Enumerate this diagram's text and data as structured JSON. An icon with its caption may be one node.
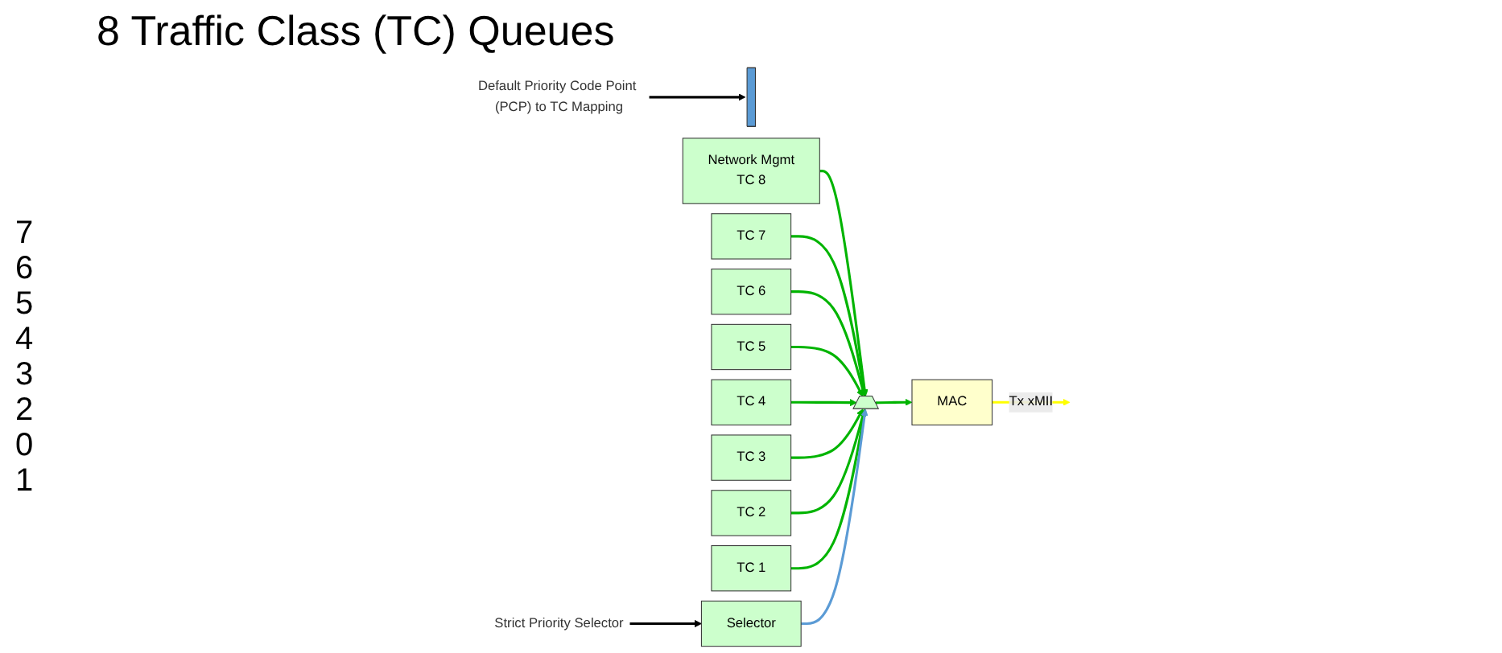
{
  "diagram": {
    "title": "8 Traffic Class (TC) Queues",
    "nodes": [
      {
        "text": [],
        "shape": "bar"
      },
      {
        "text": [
          "Network Mgmt",
          "TC 8"
        ]
      },
      {
        "text": [
          "TC 7"
        ]
      },
      {
        "text": [
          "TC 6"
        ]
      },
      {
        "text": [
          "TC 5"
        ]
      },
      {
        "text": [
          "TC 4"
        ]
      },
      {
        "text": [
          "TC 3"
        ]
      },
      {
        "text": [
          "TC 2"
        ]
      },
      {
        "text": [
          "TC 1"
        ]
      },
      {
        "text": [],
        "shape": "trapezoid"
      },
      {
        "text": [
          "MAC"
        ]
      },
      {
        "text": [
          "Selector"
        ]
      },
      {
        "text": [
          "Strict Priority Selector"
        ]
      },
      {
        "text": [
          "Default Priority Code Point (PCP) to TC Mapping"
        ]
      }
    ],
    "edges": [
      {
        "from": 1,
        "to": 9,
        "arrow": "to"
      },
      {
        "from": 2,
        "to": 9,
        "arrow": "to"
      },
      {
        "from": 3,
        "to": 9,
        "arrow": "to"
      },
      {
        "from": 4,
        "to": 9,
        "arrow": "to"
      },
      {
        "from": 5,
        "to": 9,
        "arrow": "to"
      },
      {
        "from": 6,
        "to": 9,
        "arrow": "to"
      },
      {
        "from": 7,
        "to": 9,
        "arrow": "to"
      },
      {
        "from": 8,
        "to": 9,
        "arrow": "to"
      },
      {
        "from": 9,
        "to": 10,
        "arrow": "to"
      },
      {
        "from": 10,
        "to": null,
        "arrow": "to",
        "color": "#ffff00",
        "label": "Tx xMII"
      },
      {
        "from": 11,
        "to": 9,
        "arrow": "to",
        "color": "#5b9bd5"
      },
      {
        "from": 12,
        "to": 11,
        "arrow": "to",
        "color": "#000000"
      },
      {
        "from": 13,
        "to": 0,
        "arrow": "to",
        "color": "#000000"
      }
    ],
    "labels": [
      "7",
      "6",
      "5",
      "4",
      "3",
      "2",
      "0",
      "1"
    ]
  }
}
